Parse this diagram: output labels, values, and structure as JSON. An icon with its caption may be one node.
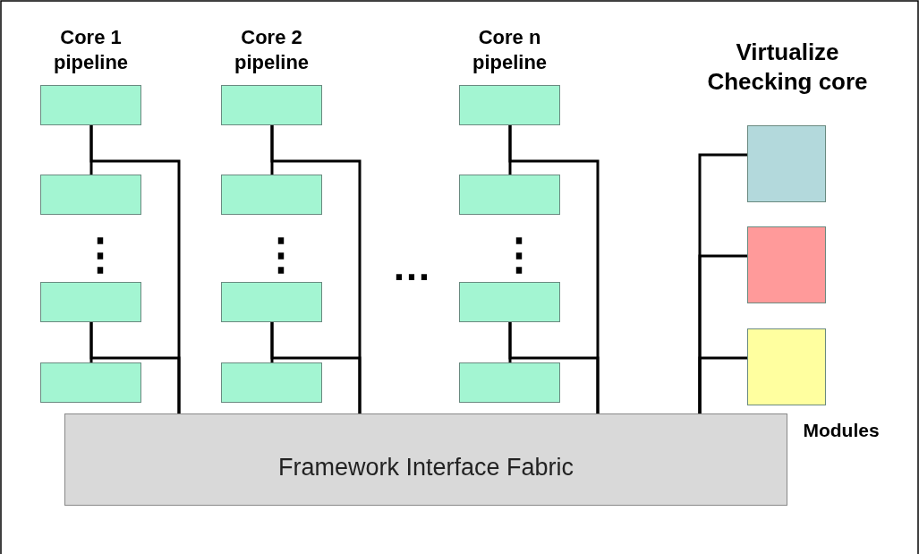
{
  "diagram": {
    "nodes": [
      {
        "text": [],
        "shape": "box"
      },
      {
        "text": [],
        "shape": "box"
      },
      {
        "text": [],
        "shape": "box"
      },
      {
        "text": [],
        "shape": "box"
      },
      {
        "text": [],
        "shape": "box"
      },
      {
        "text": [],
        "shape": "box"
      },
      {
        "text": [],
        "shape": "box"
      },
      {
        "text": [],
        "shape": "box"
      },
      {
        "text": [],
        "shape": "box"
      },
      {
        "text": [],
        "shape": "box"
      },
      {
        "text": [],
        "shape": "box"
      },
      {
        "text": [],
        "shape": "box"
      },
      {
        "text": [],
        "shape": "box"
      },
      {
        "text": [],
        "shape": "box"
      },
      {
        "text": [],
        "shape": "box"
      },
      {
        "text": [
          "Framework Interface Fabric"
        ]
      }
    ],
    "edges": [
      {
        "from": 0,
        "to": 1,
        "arrow": "none"
      },
      {
        "from": 2,
        "to": 3,
        "arrow": "none"
      },
      {
        "from": 0,
        "to": 15,
        "arrow": "none"
      },
      {
        "from": 2,
        "to": 15,
        "arrow": "none"
      },
      {
        "from": 4,
        "to": 5,
        "arrow": "none"
      },
      {
        "from": 6,
        "to": 7,
        "arrow": "none"
      },
      {
        "from": 4,
        "to": 15,
        "arrow": "none"
      },
      {
        "from": 6,
        "to": 15,
        "arrow": "none"
      },
      {
        "from": 8,
        "to": 9,
        "arrow": "none"
      },
      {
        "from": 10,
        "to": 11,
        "arrow": "none"
      },
      {
        "from": 8,
        "to": 15,
        "arrow": "none"
      },
      {
        "from": 10,
        "to": 15,
        "arrow": "none"
      },
      {
        "from": 12,
        "to": 15,
        "arrow": "none"
      },
      {
        "from": 13,
        "to": 15,
        "arrow": "none"
      },
      {
        "from": 14,
        "to": 15,
        "arrow": "none"
      }
    ],
    "labels": [
      "Core 1 pipeline",
      "Core 2 pipeline",
      "Core n pipeline",
      "Virtualize Checking core",
      "⋮",
      "⋮",
      "…",
      "⋮",
      "Modules"
    ]
  }
}
